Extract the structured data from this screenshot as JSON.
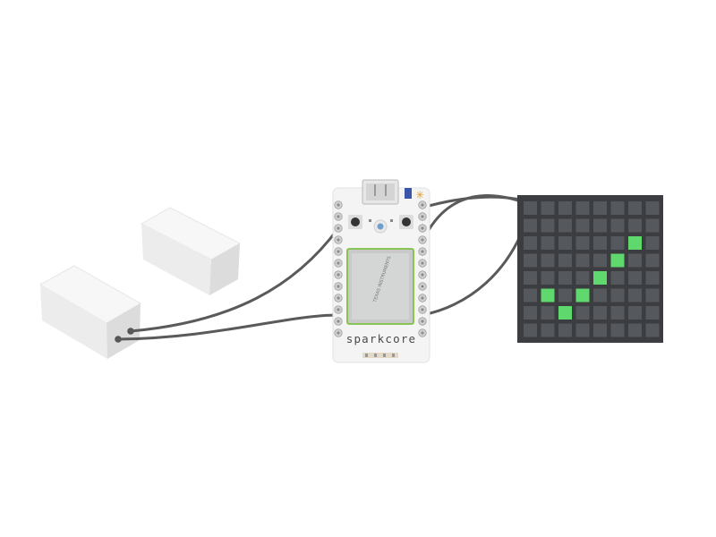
{
  "board": {
    "label": "sparkcore",
    "chip_label": "TEXAS INSTRUMENTS",
    "pins_per_side": 12
  },
  "matrix": {
    "rows": 8,
    "cols": 8,
    "lit_cells": [
      [
        2,
        6
      ],
      [
        3,
        5
      ],
      [
        4,
        4
      ],
      [
        5,
        1
      ],
      [
        5,
        3
      ],
      [
        6,
        2
      ]
    ]
  },
  "colors": {
    "wire": "#5a5a5a",
    "board": "#f4f4f4",
    "matrix_bg": "#3b3d40",
    "cell_off": "#55585c",
    "cell_on": "#5fd86d",
    "chip_border": "#7ec241"
  },
  "blocks": [
    "block-back",
    "block-front"
  ]
}
